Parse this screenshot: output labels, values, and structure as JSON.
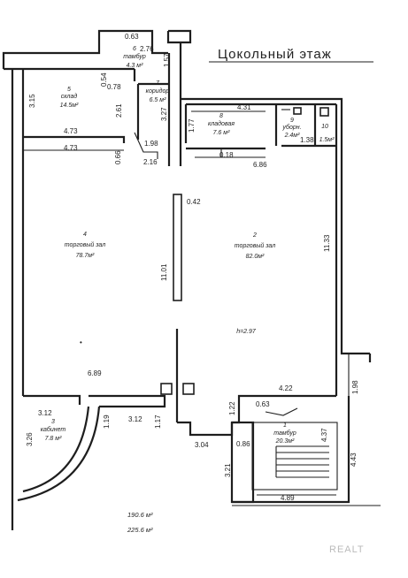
{
  "title": "Цокольный этаж",
  "height_label": "h=2.97",
  "rooms": [
    {
      "num": "1",
      "name": "тамбур",
      "area": "20.3м²"
    },
    {
      "num": "2",
      "name": "торговый зал",
      "area": "82.0м²"
    },
    {
      "num": "3",
      "name": "кабинет",
      "area": "7.8 м²"
    },
    {
      "num": "4",
      "name": "торговый зал",
      "area": "78.7м²"
    },
    {
      "num": "5",
      "name": "склад",
      "area": "14.5м²"
    },
    {
      "num": "6",
      "name": "тамбур",
      "area": "4.3 м²"
    },
    {
      "num": "7",
      "name": "коридор",
      "area": "6.5 м²"
    },
    {
      "num": "8",
      "name": "кладовая",
      "area": "7.6 м²"
    },
    {
      "num": "9",
      "name": "уборн.",
      "area": "2.4м²"
    },
    {
      "num": "10",
      "name": "",
      "area": "1.5м²"
    }
  ],
  "dims": [
    "0.63",
    "2.76",
    "1.57",
    "0.54",
    "0.78",
    "2.61",
    "3.15",
    "3.27",
    "4.31",
    "1.77",
    "4.73",
    "4.73",
    "0.66",
    "2.16",
    "1.98",
    "0.18",
    "6.86",
    "1.38",
    "0.42",
    "11.01",
    "11.33",
    "6.89",
    "4.22",
    "1.98",
    "3.12",
    "3.12",
    "1.19",
    "1.17",
    "1.22",
    "0.63",
    "3.26",
    "3.04",
    "0.86",
    "4.37",
    "4.43",
    "3.21",
    "4.89"
  ],
  "totals": [
    "190.6 м²",
    "225.6 м²"
  ],
  "watermark": "REALT"
}
